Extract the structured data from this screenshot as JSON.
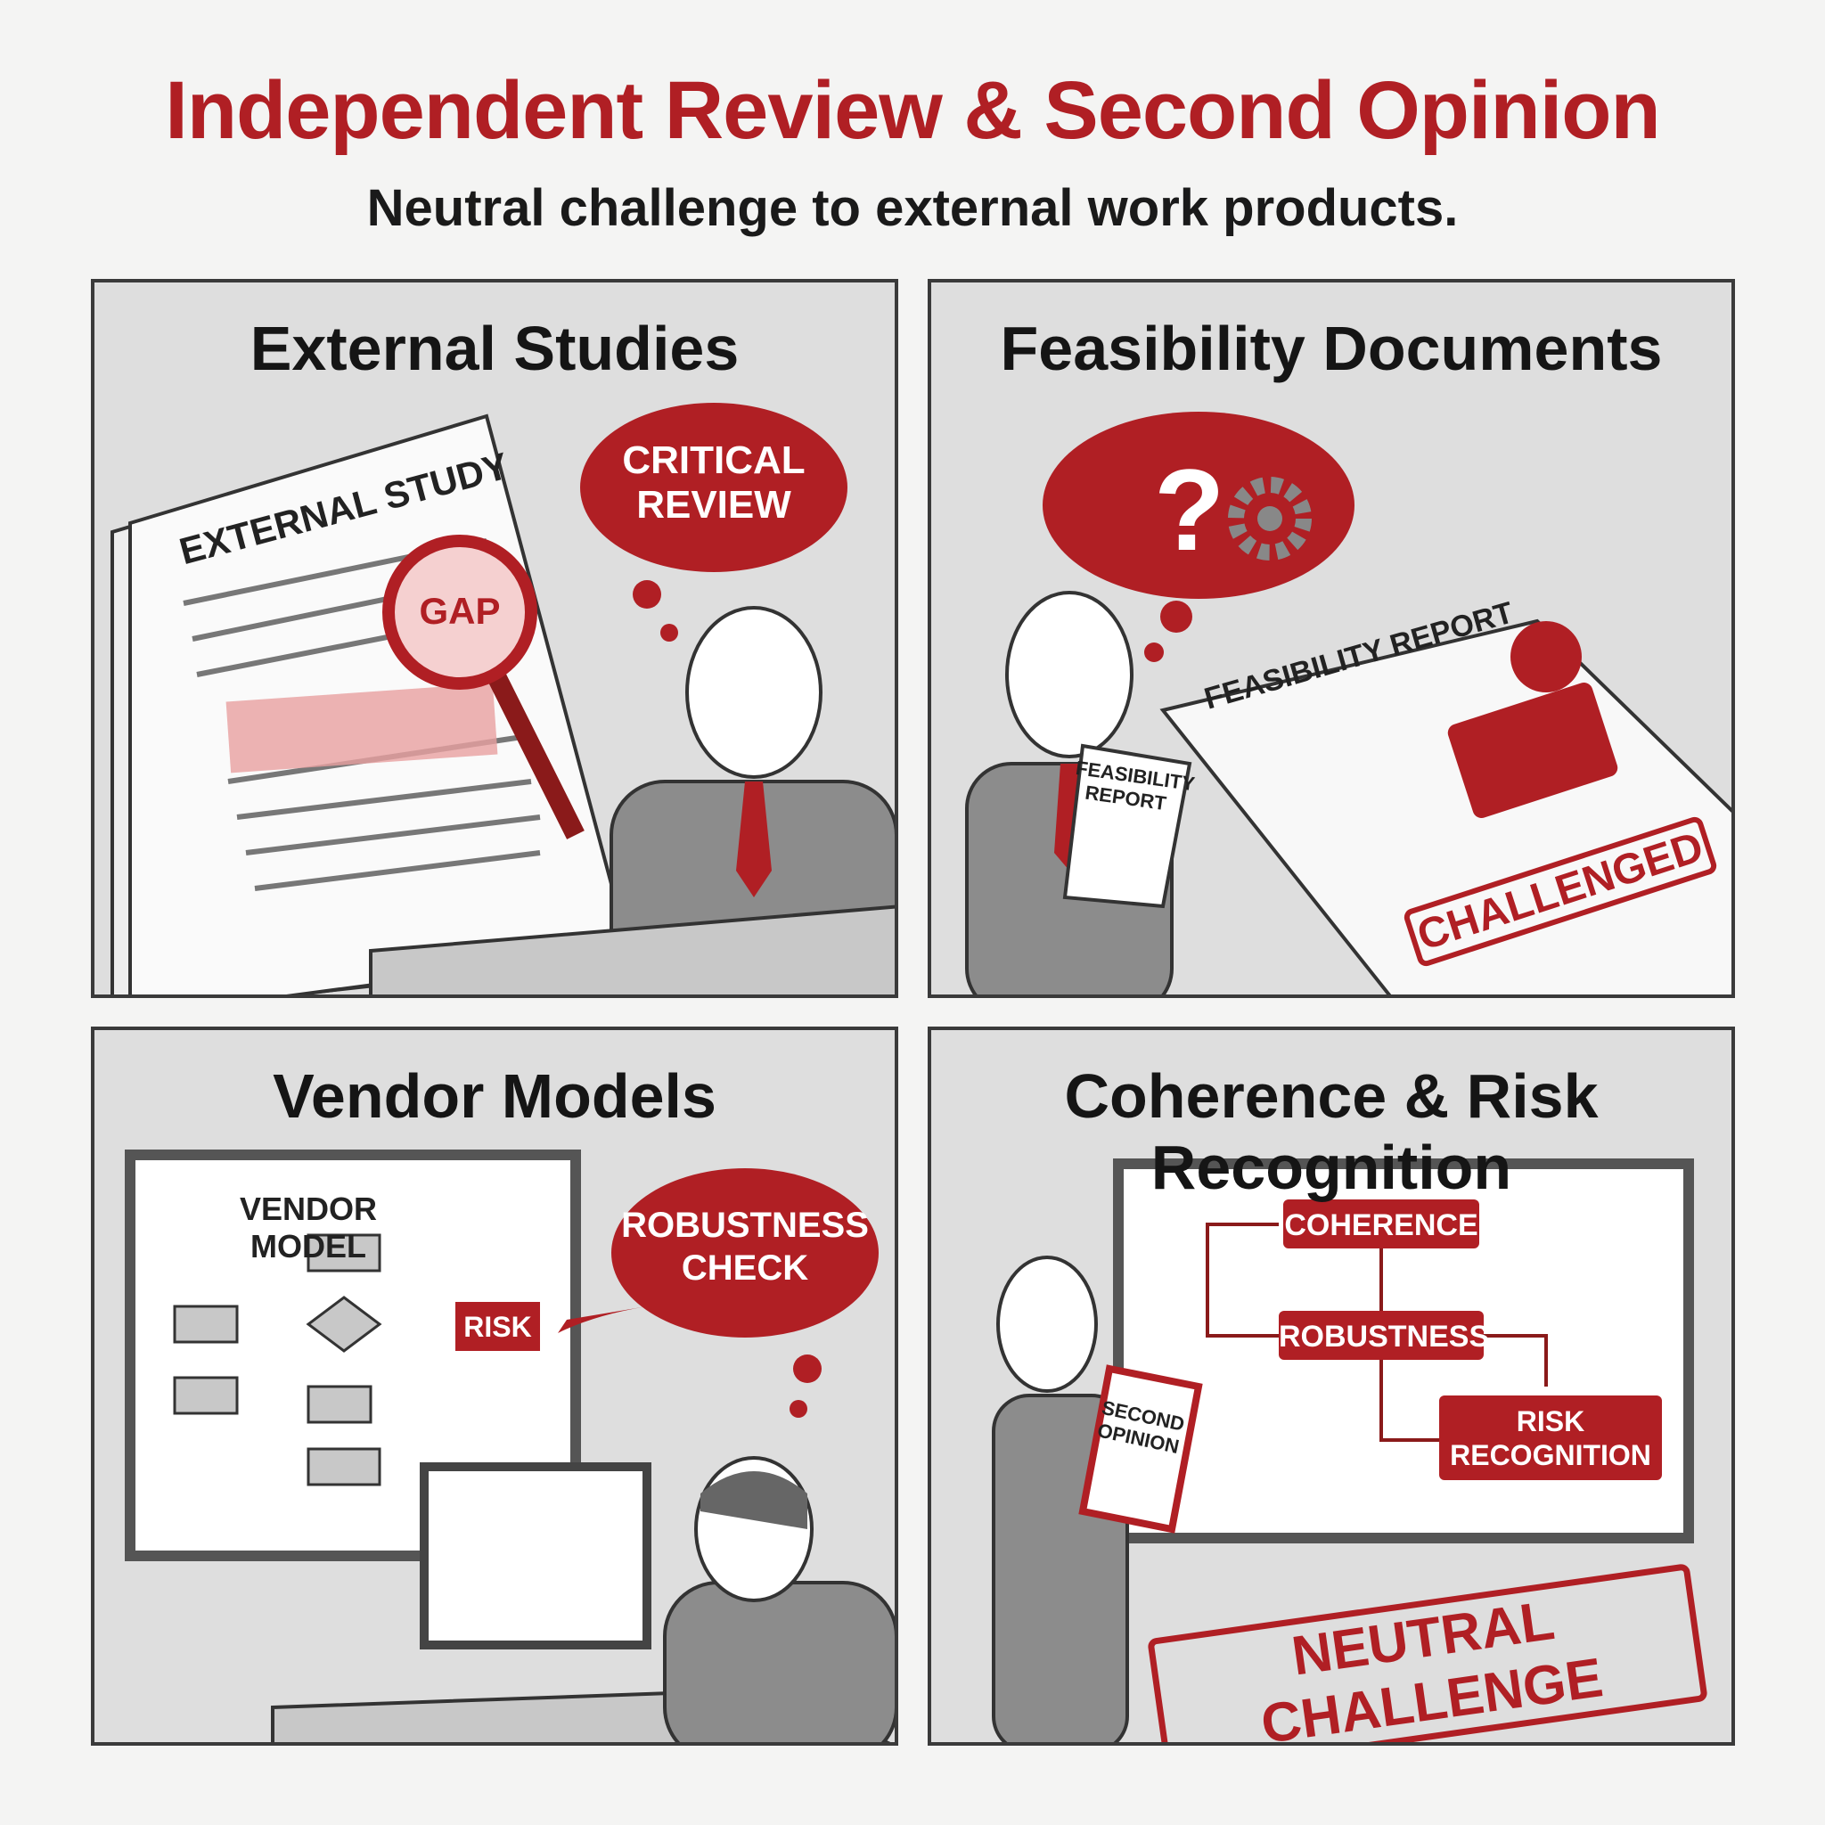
{
  "header": {
    "title": "Independent Review & Second Opinion",
    "subtitle": "Neutral challenge to external work products."
  },
  "panels": [
    {
      "title": "External Studies",
      "document_label": "EXTERNAL STUDY",
      "magnifier_label": "GAP",
      "thought_bubble": "CRITICAL REVIEW"
    },
    {
      "title": "Feasibility Documents",
      "thought_bubble_icons": [
        "question-mark-icon",
        "gear-icon"
      ],
      "held_document_label": "FEASIBILITY REPORT",
      "desk_document_label": "FEASIBILITY REPORT",
      "stamp_label": "CHALLENGED"
    },
    {
      "title": "Vendor Models",
      "board_label": "VENDOR MODEL",
      "risk_box": "RISK",
      "thought_bubble": "ROBUSTNESS CHECK"
    },
    {
      "title": "Coherence & Risk Recognition",
      "flow": [
        "COHERENCE",
        "ROBUSTNESS",
        "RISK RECOGNITION"
      ],
      "clipboard_label": "SECOND OPINION",
      "stamp_label": "NEUTRAL CHALLENGE"
    }
  ],
  "colors": {
    "accent": "#b01f24",
    "ink": "#1a1a1a",
    "panel": "#dedede"
  }
}
